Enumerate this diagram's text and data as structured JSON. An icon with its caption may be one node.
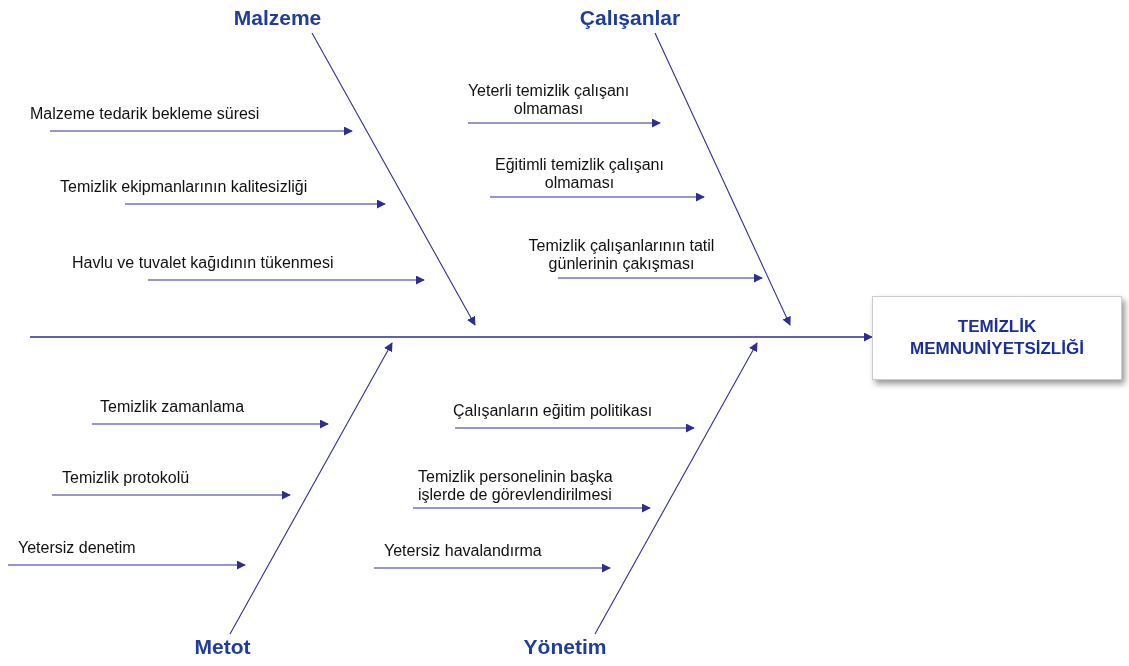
{
  "diagram": {
    "nodes": [
      {
        "text": [
          "Malzeme"
        ]
      },
      {
        "text": [
          "Çalışanlar"
        ]
      },
      {
        "text": [
          "Malzeme tedarik bekleme süresi"
        ]
      },
      {
        "text": [
          "Temizlik ekipmanlarının kalitesizliği"
        ]
      },
      {
        "text": [
          "Havlu ve tuvalet kağıdının tükenmesi"
        ]
      },
      {
        "text": [
          "Yeterli temizlik çalışanı olmaması"
        ]
      },
      {
        "text": [
          "Eğitimli temizlik çalışanı olmaması"
        ]
      },
      {
        "text": [
          "Temizlik çalışanlarının tatil günlerinin çakışması"
        ]
      },
      {
        "text": [
          "TEMİZLİK MEMNUNİYETSİZLİĞİ"
        ]
      },
      {
        "text": [
          "Temizlik zamanlama"
        ]
      },
      {
        "text": [
          "Temizlik protokolü"
        ]
      },
      {
        "text": [
          "Yetersiz denetim"
        ]
      },
      {
        "text": [
          "Çalışanların eğitim politikası"
        ]
      },
      {
        "text": [
          "Temizlik personelinin başka işlerde de görevlendirilmesi"
        ]
      },
      {
        "text": [
          "Yetersiz havalandırma"
        ]
      },
      {
        "text": [
          "Metot"
        ]
      },
      {
        "text": [
          "Yönetim"
        ]
      }
    ],
    "edges": [
      {
        "from": 0,
        "to": null,
        "arrow": "to"
      },
      {
        "from": 1,
        "to": null,
        "arrow": "to"
      },
      {
        "from": 2,
        "to": null,
        "arrow": "to"
      },
      {
        "from": 3,
        "to": null,
        "arrow": "to"
      },
      {
        "from": 4,
        "to": null,
        "arrow": "to"
      },
      {
        "from": 5,
        "to": null,
        "arrow": "to"
      },
      {
        "from": 6,
        "to": null,
        "arrow": "to"
      },
      {
        "from": 7,
        "to": null,
        "arrow": "to"
      },
      {
        "from": null,
        "to": 8,
        "arrow": "to"
      },
      {
        "from": 9,
        "to": null,
        "arrow": "to"
      },
      {
        "from": 10,
        "to": null,
        "arrow": "to"
      },
      {
        "from": 11,
        "to": null,
        "arrow": "to"
      },
      {
        "from": 12,
        "to": null,
        "arrow": "to"
      },
      {
        "from": 13,
        "to": null,
        "arrow": "to"
      },
      {
        "from": 14,
        "to": null,
        "arrow": "to"
      },
      {
        "from": 15,
        "to": null,
        "arrow": "to"
      },
      {
        "from": 16,
        "to": null,
        "arrow": "to"
      }
    ]
  }
}
